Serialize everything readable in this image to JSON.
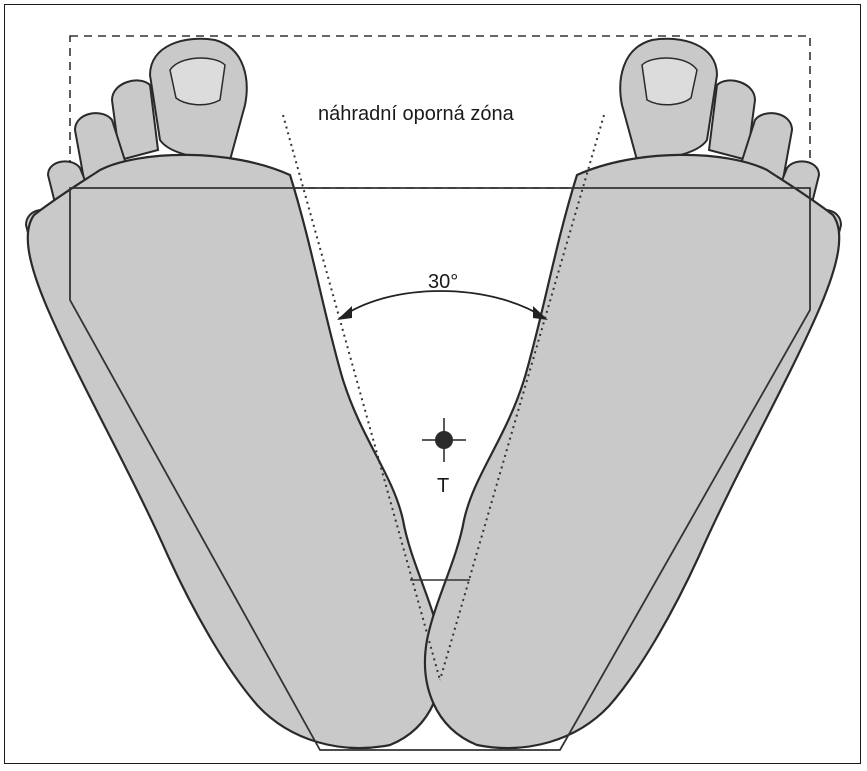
{
  "labels": {
    "zone": "náhradní oporná zóna",
    "angle": "30°",
    "center": "T"
  },
  "colors": {
    "foot_fill": "#c9c9c9",
    "foot_stroke": "#2a2a2a",
    "nail_fill": "#dcdcdc",
    "line": "#333333",
    "background": "#ffffff"
  },
  "icons": {
    "center_marker": "crosshair-dot-icon"
  }
}
